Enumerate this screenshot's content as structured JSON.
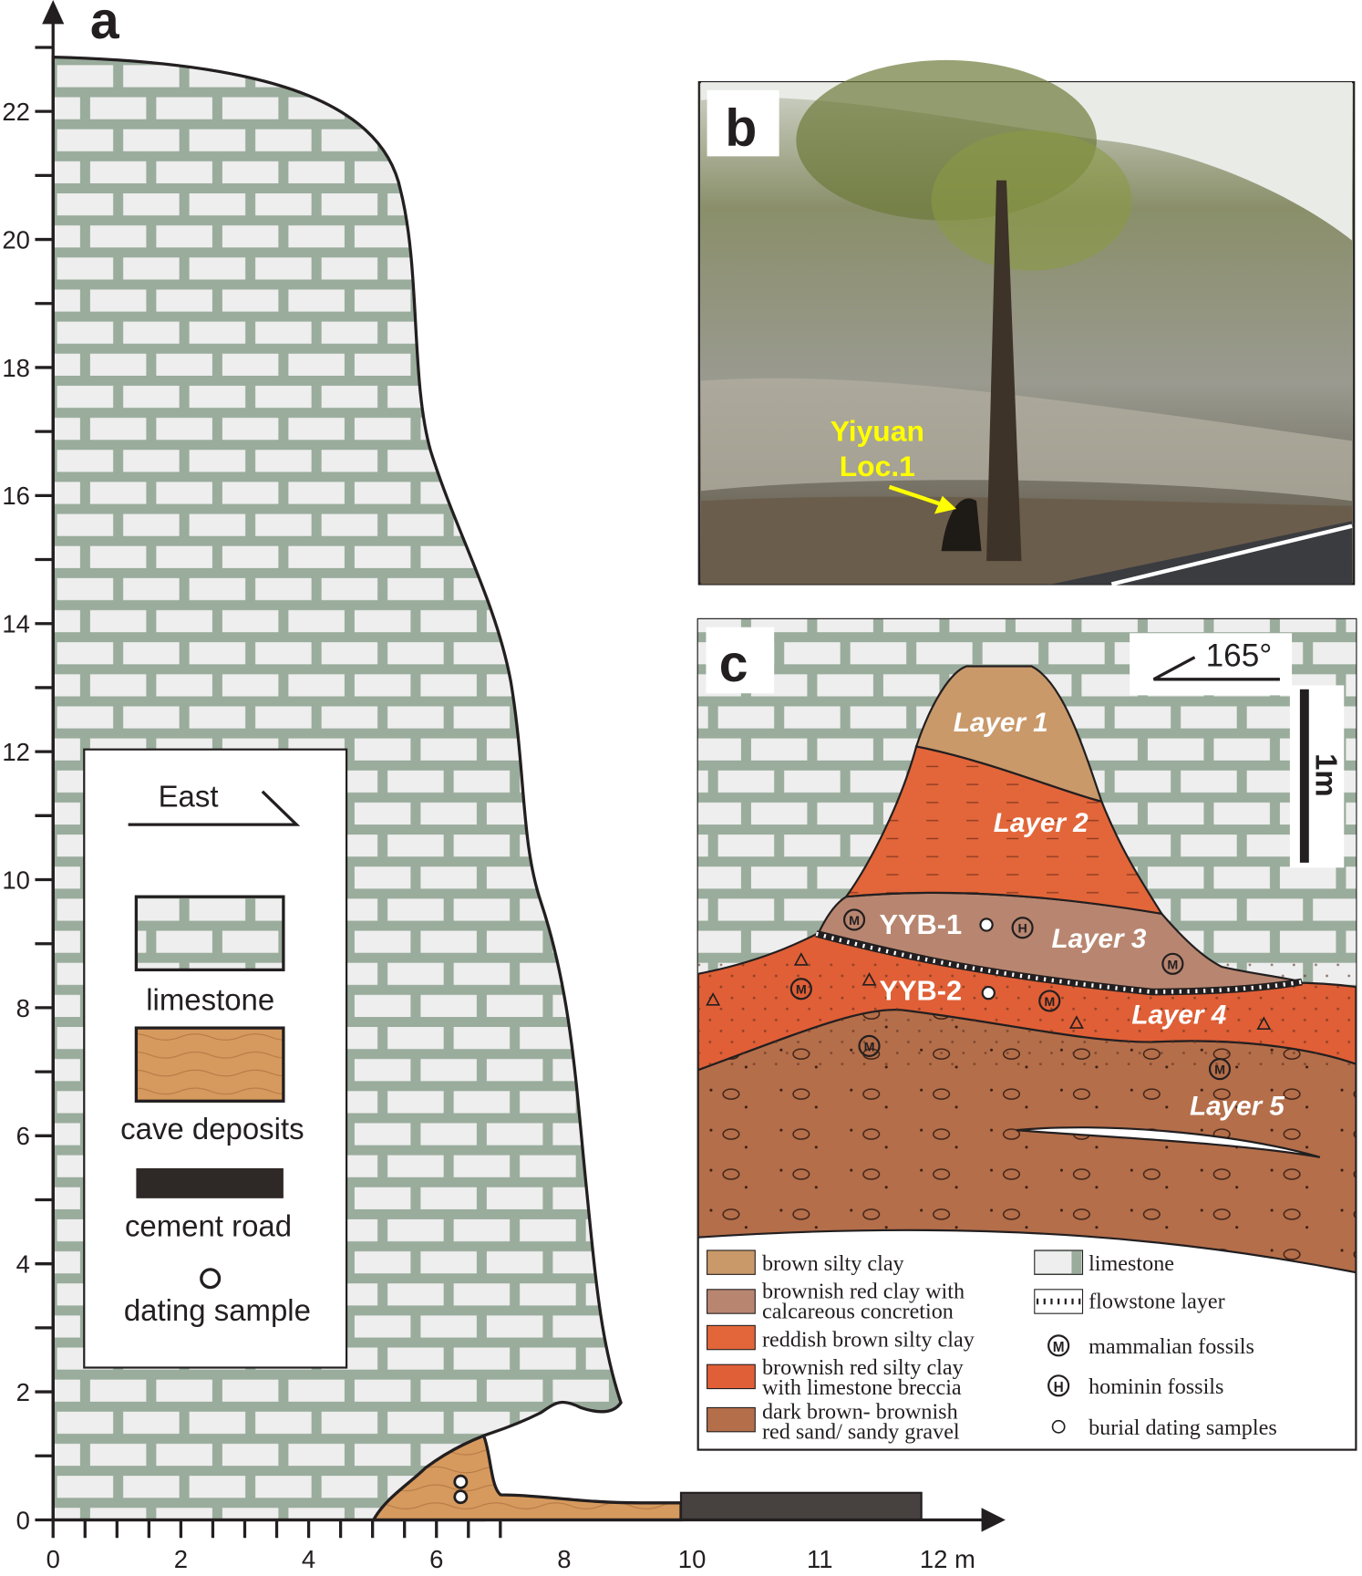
{
  "panel_a": {
    "label": "a",
    "y_ticks": [
      "0",
      "2",
      "4",
      "6",
      "8",
      "10",
      "12",
      "14",
      "16",
      "18",
      "20",
      "22"
    ],
    "x_ticks": [
      "0",
      "2",
      "4",
      "6",
      "8",
      "10",
      "11",
      "12 m"
    ],
    "legend": {
      "direction": "East",
      "items": [
        "limestone",
        "cave deposits",
        "cement road",
        "dating sample"
      ]
    }
  },
  "panel_b": {
    "label": "b",
    "site_line1": "Yiyuan",
    "site_line2": "Loc.1"
  },
  "panel_c": {
    "label": "c",
    "orientation": "165°",
    "scale": "1m",
    "layers": [
      "Layer 1",
      "Layer 2",
      "Layer 3",
      "Layer 4",
      "Layer 5"
    ],
    "samples": [
      "YYB-1",
      "YYB-2"
    ],
    "legend_left": [
      "brown silty clay",
      "brownish red clay with",
      "calcareous concretion",
      "reddish brown silty clay",
      "brownish red silty clay",
      "with limestone breccia",
      "dark brown- brownish",
      "red sand/ sandy gravel"
    ],
    "legend_right": [
      "limestone",
      "flowstone layer",
      "mammalian fossils",
      "hominin fossils",
      "burial dating samples"
    ]
  },
  "colors": {
    "limestone_mortar": "#9aac9c",
    "limestone_brick": "#eeeeee",
    "cave_deposits": "#d69a5e",
    "road": "#474140",
    "layer1": "#c9996a",
    "layer2": "#e2663a",
    "layer3": "#b88670",
    "layer4": "#e05f36",
    "layer5": "#b46e4a",
    "site_label": "#ffff00"
  }
}
